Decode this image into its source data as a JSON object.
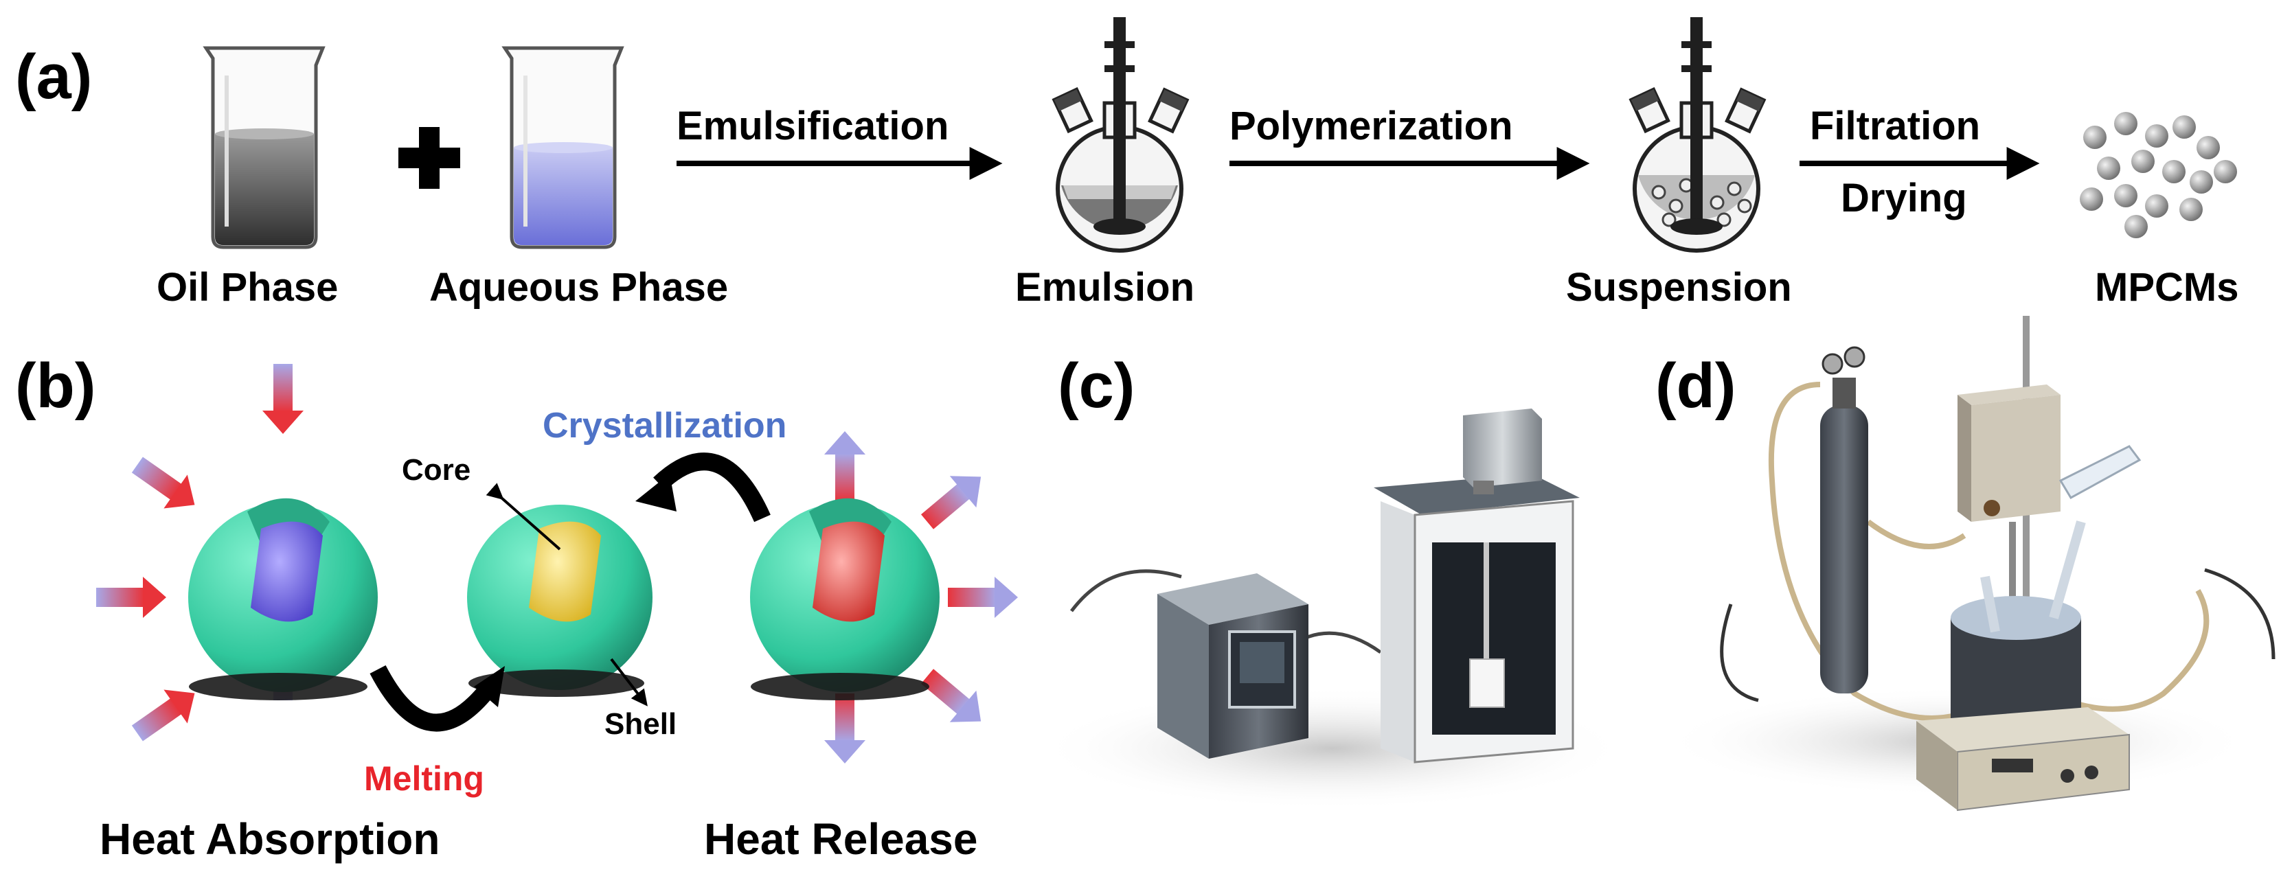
{
  "panels": {
    "a": "(a)",
    "b": "(b)",
    "c": "(c)",
    "d": "(d)"
  },
  "process": {
    "oil_phase": "Oil Phase",
    "aqueous_phase": "Aqueous Phase",
    "step1": "Emulsification",
    "emulsion": "Emulsion",
    "step2": "Polymerization",
    "suspension": "Suspension",
    "step3_top": "Filtration",
    "step3_bottom": "Drying",
    "product": "MPCMs"
  },
  "phase_change": {
    "crystallization": "Crystallization",
    "core": "Core",
    "shell": "Shell",
    "melting": "Melting",
    "heat_absorption": "Heat Absorption",
    "heat_release": "Heat Release"
  },
  "colors": {
    "shell": "#3fd1a8",
    "core_absorb": "#6b5fe0",
    "core_mid": "#f0d24a",
    "core_release": "#e0473f",
    "heat_arrow": "#e8333a",
    "crystallization_text": "#4f73c7",
    "melting_text": "#e8242b",
    "aqueous": "#7f84e0",
    "oil": "#606060"
  }
}
